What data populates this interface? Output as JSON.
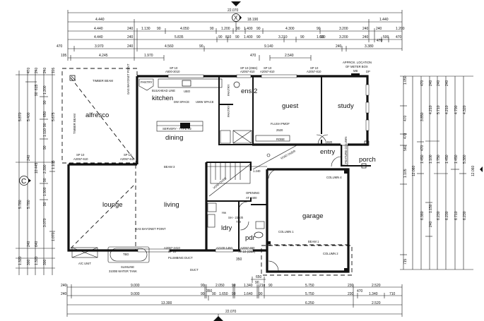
{
  "drawing": {
    "type": "ground floor plan",
    "grid_markers": {
      "top": "X",
      "left": "C"
    }
  },
  "rooms": {
    "alfresco": "alfresco",
    "kitchen": "kitchen",
    "dining": "dining",
    "lounge": "lounge",
    "living": "living",
    "ens2": "ens 2",
    "guest": "guest",
    "study": "study",
    "entry": "entry",
    "porch": "porch",
    "ldry": "ldry",
    "pdr": "pdr",
    "garage": "garage"
  },
  "labels": {
    "timber_beam_top": "TIMBER BEAM",
    "timber_beam_left": "TIMBER BEAM",
    "gas_bayonet_top": "GAS BAYONET POINT",
    "pantry": "PANTRY",
    "bulkhead_line": "BULKHEAD LINE",
    "ubo": "UBO",
    "dw_space": "DW SPACE",
    "umw_space": "UMW SPACE",
    "servery": "SERVERY - TYPE R2",
    "pantry_2": "PANTRY",
    "pantry_3": "PANTRY",
    "flush_pmof": "FLUSH PMOF",
    "flush_pmof_dim": "2520",
    "robe": "ROBE",
    "void_over_entry": "VOID OVER",
    "void_over_stair": "VOID OVER",
    "beam3": "BEAM 3",
    "beam1": "BEAM 1",
    "opening": "OPENING",
    "opening_height": "AT 2400",
    "column1": "COLUMN 1",
    "column2": "COLUMN 2",
    "column4": "COLUMN 4",
    "gas_bayonet": "GAS BAYONET POINT",
    "plumbing_duct": "PLUMBING DUCT",
    "duct": "DUCT",
    "ac_unit": "A/C UNIT",
    "water_tank_name": "SLIMLINE",
    "water_tank_size": "3100B WATER TANK",
    "tank_inner": "TBD",
    "meter_box_1": "APPROX. LOCATION",
    "meter_box_2": "OF METER BOX",
    "mb": "MB",
    "dp": "DP",
    "column_porch": "FEATURE COLUMN",
    "sp_top_1": "SP 10",
    "sp_top_1b": "A600-3010",
    "sp_top_2": "SP 10-(OBS)",
    "sp_top_2b": "A2057-810",
    "sp_top_3": "SP 10",
    "sp_top_3b": "A2057-810",
    "sp_top_4": "SP 10",
    "sp_top_4b": "A2057-810",
    "sp_alf_1": "SP 10",
    "sp_alf_1b": "A2057-610",
    "sp_alf_2": "SP 10",
    "sp_alf_2b": "A2057-610",
    "win_bottom_1": "A2057-2410",
    "win_bottom_1b": "SP 10",
    "win_bottom_2": "A2100-1450",
    "win_bottom_3": "A2057-650",
    "win_bottom_3b": "SP 10-(OBS)",
    "door_entry_1": "820",
    "door_entry_1b": "2340h",
    "door_entry_2": "820",
    "door_entry_2b": "2340h",
    "wh": "Hw",
    "sh_note": "SH - 2340h",
    "sh_note_b": "720",
    "dim_1240": "1.240"
  },
  "dimensions": {
    "top_overall": "22.070",
    "top_row1": [
      "4.440",
      "18.190",
      "1.440"
    ],
    "top_row2": [
      "4.440",
      "240",
      "1.130",
      "90",
      "4.050",
      "90",
      "1.200",
      "90",
      "1.400",
      "90",
      "4.300",
      "90",
      "3.200",
      "240",
      "240",
      "1.200"
    ],
    "top_row3": [
      "4.440",
      "240",
      "5.835",
      "90",
      "810",
      "90",
      "1.400",
      "90",
      "3.210",
      "90",
      "1.600",
      "90",
      "3.200",
      "240",
      "470",
      "500",
      "470"
    ],
    "top_row4": [
      "470",
      "3.970",
      "240",
      "4.560",
      "90",
      "9.140",
      "240",
      "3.380"
    ],
    "top_row5": [
      "195",
      "4.245",
      "1.970",
      "470",
      "2.540"
    ],
    "bottom_row1": [
      "240",
      "9.000",
      "90",
      "2.050",
      "90",
      "1.340",
      "90",
      "210",
      "90",
      "5.750",
      "230",
      "2.520"
    ],
    "bottom_row2": [
      "240",
      "9.000",
      "90",
      "350",
      "90",
      "1.650",
      "90",
      "1.640",
      "90",
      "5.750",
      "230",
      "470",
      "1.340",
      "710"
    ],
    "bottom_row3": [
      "13.300",
      "6.250",
      "2.520"
    ],
    "bottom_overall": "22.070",
    "bottom_local": [
      "650",
      "330",
      "350"
    ],
    "left_outer": [
      "5.870",
      "5.780",
      "12.600"
    ],
    "left_row2": [
      "470",
      "5.400",
      "240",
      "5.780",
      "240"
    ],
    "left_row3": [
      "240",
      "615",
      "90",
      "10.445",
      "640",
      "1.320"
    ],
    "left_row4": [
      "240",
      "1.200",
      "90",
      "650",
      "90",
      "1.110",
      "90",
      "2.390",
      "90",
      "1.900",
      "90",
      "3.070"
    ],
    "left_row5": [
      "105",
      "5.675",
      "1.105",
      "1.070"
    ],
    "left_bottom": [
      "1.320",
      "300",
      "1.320",
      "300"
    ],
    "right_row1": [
      "1.050",
      "470",
      "470",
      "560",
      "1.105",
      "715"
    ],
    "right_row2": [
      "470",
      "3.850",
      "470",
      "1.450",
      "6.380"
    ],
    "right_row3": [
      "240",
      "4.210",
      "90",
      "3.850",
      "90",
      "1.100",
      "90",
      "1.150",
      "240",
      "1.320"
    ],
    "right_row4": [
      "240",
      "5.710",
      "1.750",
      "6.230",
      "240"
    ],
    "right_row5": [
      "240",
      "4.210",
      "1.450",
      "6.230",
      "240"
    ],
    "right_row6": [
      "4.790",
      "1.450",
      "6.710"
    ],
    "right_row7": [
      "4.320",
      "5.380",
      "6.230"
    ],
    "right_overall": [
      "12.060",
      "12.060"
    ]
  }
}
